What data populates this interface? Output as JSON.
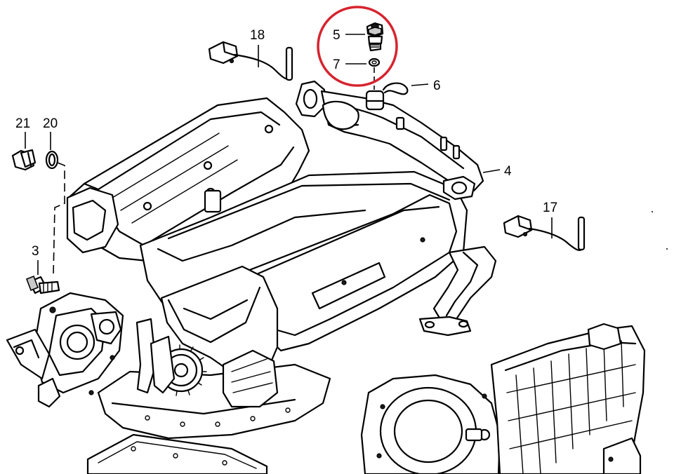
{
  "diagram": {
    "callouts": [
      {
        "id": "c5",
        "label": "5"
      },
      {
        "id": "c7",
        "label": "7"
      },
      {
        "id": "c6",
        "label": "6"
      },
      {
        "id": "c4",
        "label": "4"
      },
      {
        "id": "c18",
        "label": "18"
      },
      {
        "id": "c17",
        "label": "17"
      },
      {
        "id": "c21",
        "label": "21"
      },
      {
        "id": "c20",
        "label": "20"
      },
      {
        "id": "c3",
        "label": "3"
      }
    ],
    "highlight_color": "#d6242f"
  }
}
